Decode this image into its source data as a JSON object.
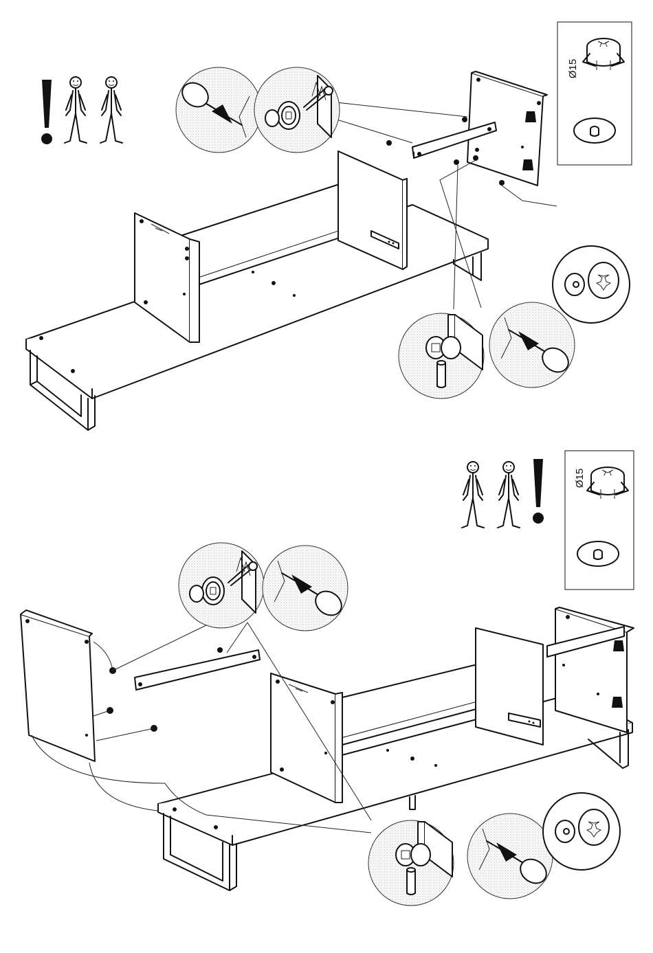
{
  "steps": [
    {
      "hardware": {
        "label": "Ø15",
        "cam_lock_icon": "cam-lock-icon",
        "cover_cap_icon": "cover-cap-icon"
      },
      "people_required": 2,
      "warning_icon": "exclamation-icon"
    },
    {
      "hardware": {
        "label": "Ø15",
        "cam_lock_icon": "cam-lock-icon",
        "cover_cap_icon": "cover-cap-icon"
      },
      "people_required": 2,
      "warning_icon": "exclamation-icon"
    }
  ],
  "colors": {
    "line": "#111111",
    "background": "#ffffff",
    "stipple": "#9a9a9a"
  }
}
